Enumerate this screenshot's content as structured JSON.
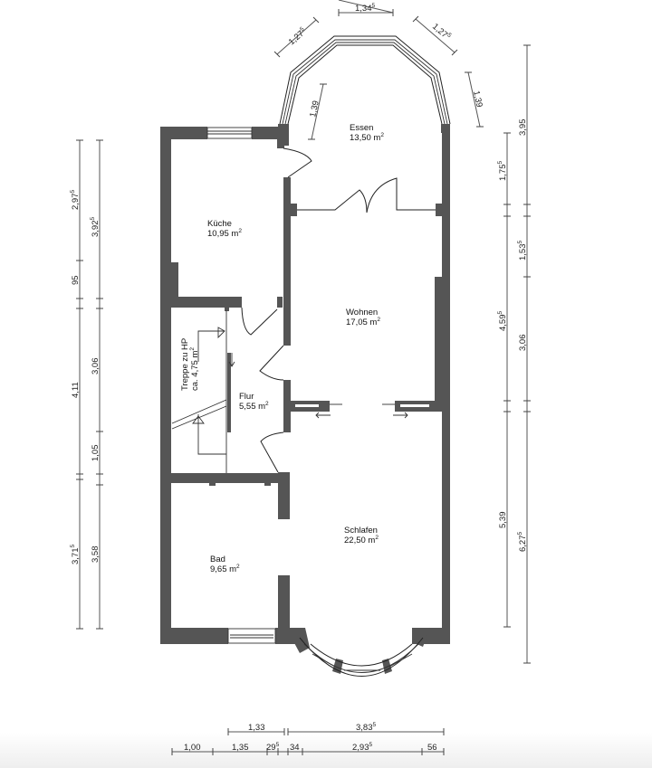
{
  "plan": {
    "rooms": [
      {
        "name": "Essen",
        "area": "13,50 m²",
        "label": "Essen",
        "value": "13,50 m",
        "sup": "2"
      },
      {
        "name": "Küche",
        "area": "10,95 m²",
        "label": "Küche",
        "value": "10,95 m",
        "sup": "2"
      },
      {
        "name": "Wohnen",
        "area": "17,05 m²",
        "label": "Wohnen",
        "value": "17,05 m",
        "sup": "2"
      },
      {
        "name": "Flur",
        "area": "5,55 m²",
        "label": "Flur",
        "value": "5,55 m",
        "sup": "2"
      },
      {
        "name": "Treppe zu HP",
        "area": "ca. 4,75 m²",
        "label": "Treppe zu HP",
        "value": "ca. 4,75 m",
        "sup": "2"
      },
      {
        "name": "Schlafen",
        "area": "22,50 m²",
        "label": "Schlafen",
        "value": "22,50 m",
        "sup": "2"
      },
      {
        "name": "Bad",
        "area": "9,65 m²",
        "label": "Bad",
        "value": "9,65 m",
        "sup": "2"
      }
    ],
    "dimensions": {
      "bay_top": [
        {
          "main": "1,27",
          "sup": "5"
        },
        {
          "main": "1,34",
          "sup": "5"
        },
        {
          "main": "1,27",
          "sup": "5"
        },
        {
          "main": "1,39",
          "sup": ""
        },
        {
          "main": "1,39",
          "sup": ""
        }
      ],
      "left_outer": [
        {
          "main": "2,97",
          "sup": "5"
        },
        {
          "main": "95",
          "sup": ""
        },
        {
          "main": "4,11",
          "sup": ""
        },
        {
          "main": "3,71",
          "sup": "5"
        }
      ],
      "left_inner": [
        {
          "main": "3,92",
          "sup": "5"
        },
        {
          "main": "3,06",
          "sup": ""
        },
        {
          "main": "1,05",
          "sup": ""
        },
        {
          "main": "3,58",
          "sup": ""
        }
      ],
      "right_inner": [
        {
          "main": "1,75",
          "sup": "5"
        },
        {
          "main": "4,59",
          "sup": "5"
        },
        {
          "main": "5,39",
          "sup": ""
        }
      ],
      "right_outer": [
        {
          "main": "3,95",
          "sup": ""
        },
        {
          "main": "1,53",
          "sup": "5"
        },
        {
          "main": "3,06",
          "sup": ""
        },
        {
          "main": "6,27",
          "sup": "5"
        }
      ],
      "bottom_upper": [
        {
          "main": "1,33",
          "sup": ""
        },
        {
          "main": "3,83",
          "sup": "5"
        }
      ],
      "bottom_lower": [
        {
          "main": "1,00",
          "sup": ""
        },
        {
          "main": "1,35",
          "sup": ""
        },
        {
          "main": "29",
          "sup": "5"
        },
        {
          "main": "34",
          "sup": ""
        },
        {
          "main": "2,93",
          "sup": "5"
        },
        {
          "main": "56",
          "sup": ""
        }
      ]
    },
    "colors": {
      "wall": "#555555",
      "line": "#222222",
      "background": "#ffffff"
    }
  }
}
